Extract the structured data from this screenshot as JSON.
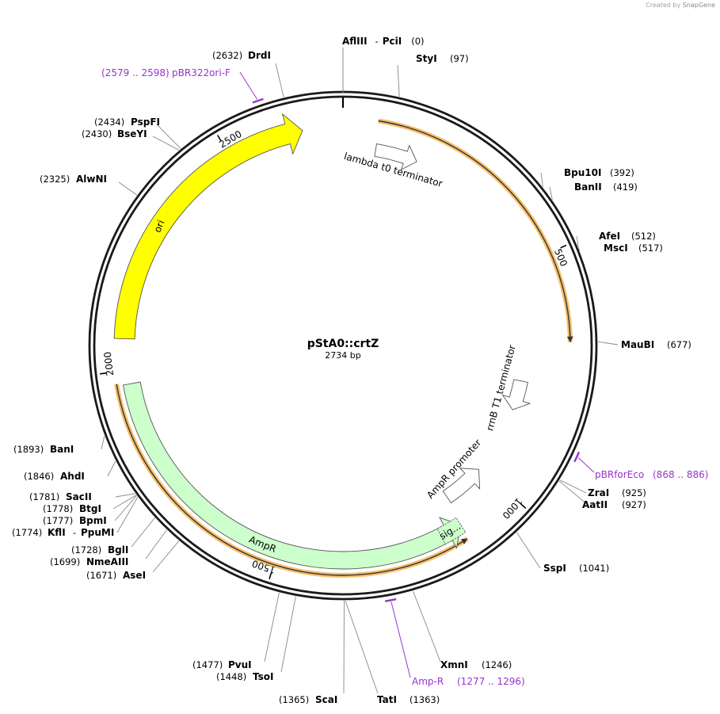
{
  "credit": {
    "prefix": "Created by",
    "brand": "SnapGene"
  },
  "plasmid": {
    "name": "pStA0::crtZ",
    "length_label": "2734 bp",
    "length": 2734
  },
  "colors": {
    "ori": "#ffff00",
    "ampr": "#ccffcc",
    "primer": "#9933cc",
    "orf": "#f2a93b",
    "outline": "#1a1a1a"
  },
  "ticks": [
    {
      "bp": 500,
      "label": "500"
    },
    {
      "bp": 1000,
      "label": "1000"
    },
    {
      "bp": 1500,
      "label": "1500"
    },
    {
      "bp": 2000,
      "label": "2000"
    },
    {
      "bp": 2500,
      "label": "2500"
    }
  ],
  "features": [
    {
      "name": "lambda t0 terminator",
      "start": 72,
      "end": 166,
      "type": "terminator",
      "color": "#ffffff"
    },
    {
      "name": "rrnB T1 terminator",
      "start": 769,
      "end": 841,
      "type": "terminator",
      "color": "#ffffff"
    },
    {
      "name": "AmpR promoter",
      "start": 1005,
      "end": 1105,
      "type": "promoter",
      "color": "#ffffff"
    },
    {
      "name": "AmpR",
      "start": 1114,
      "end": 1973,
      "type": "cds",
      "color": "#ccffcc"
    },
    {
      "name": "sig...",
      "start": 1114,
      "end": 1160,
      "type": "signal",
      "color": "#ccffcc"
    },
    {
      "name": "ori",
      "start": 2064,
      "end": 2653,
      "type": "rep_origin",
      "color": "#ffff00"
    }
  ],
  "orfs": [
    {
      "start": 68,
      "end": 677,
      "direction": "forward"
    },
    {
      "start": 1118,
      "end": 1977,
      "direction": "reverse"
    }
  ],
  "enzymes_right": [
    {
      "name": "StyI",
      "pos": "(97)"
    },
    {
      "name": "Bpu10I",
      "pos": "(392)"
    },
    {
      "name": "BanII",
      "pos": "(419)"
    },
    {
      "name": "AfeI",
      "pos": "(512)"
    },
    {
      "name": "MscI",
      "pos": "(517)"
    },
    {
      "name": "MauBI",
      "pos": "(677)"
    },
    {
      "name": "ZraI",
      "pos": "(925)"
    },
    {
      "name": "AatII",
      "pos": "(927)"
    },
    {
      "name": "SspI",
      "pos": "(1041)"
    },
    {
      "name": "XmnI",
      "pos": "(1246)"
    }
  ],
  "enzymes_left": [
    {
      "name": "TatI",
      "pos": "(1363)"
    },
    {
      "name": "ScaI",
      "pos": "(1365)"
    },
    {
      "name": "TsoI",
      "pos": "(1448)"
    },
    {
      "name": "PvuI",
      "pos": "(1477)"
    },
    {
      "name": "AseI",
      "pos": "(1671)"
    },
    {
      "name": "NmeAIII",
      "pos": "(1699)"
    },
    {
      "name": "BglI",
      "pos": "(1728)"
    },
    {
      "name": "KflI",
      "pos": "(1774)"
    },
    {
      "name": "PpuMI",
      "pos": ""
    },
    {
      "name": "BpmI",
      "pos": "(1777)"
    },
    {
      "name": "BtgI",
      "pos": "(1778)"
    },
    {
      "name": "SacII",
      "pos": "(1781)"
    },
    {
      "name": "AhdI",
      "pos": "(1846)"
    },
    {
      "name": "BanI",
      "pos": "(1893)"
    },
    {
      "name": "AlwNI",
      "pos": "(2325)"
    },
    {
      "name": "BseYI",
      "pos": "(2430)"
    },
    {
      "name": "PspFI",
      "pos": "(2434)"
    },
    {
      "name": "DrdI",
      "pos": "(2632)"
    }
  ],
  "enzyme_top": {
    "names": [
      "AflIII",
      "PciI"
    ],
    "sep": "-",
    "pos": "(0)"
  },
  "primers": [
    {
      "name": "pBR322ori-F",
      "range": "(2579 .. 2598)",
      "start": 2579,
      "end": 2598
    },
    {
      "name": "pBRforEco",
      "range": "(868 .. 886)",
      "start": 868,
      "end": 886
    },
    {
      "name": "Amp-R",
      "range": "(1277 .. 1296)",
      "start": 1277,
      "end": 1296
    }
  ]
}
